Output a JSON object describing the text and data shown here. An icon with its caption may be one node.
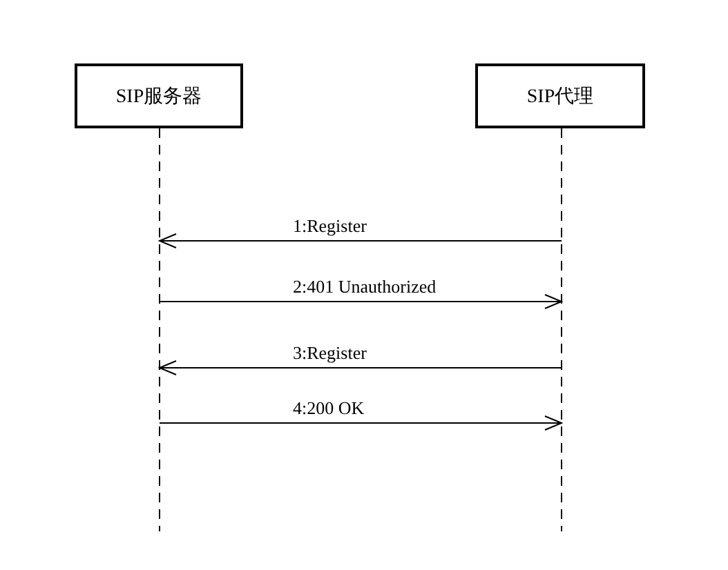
{
  "diagram": {
    "nodes": [
      {
        "text": [
          "SIP服务器"
        ]
      },
      {
        "text": [
          "SIP代理"
        ]
      }
    ],
    "edges": [
      {
        "from": 1,
        "to": 0,
        "arrow": "to",
        "label": "1:Register"
      },
      {
        "from": 0,
        "to": 1,
        "arrow": "to",
        "label": "2:401 Unauthorized"
      },
      {
        "from": 1,
        "to": 0,
        "arrow": "to",
        "label": "3:Register"
      },
      {
        "from": 0,
        "to": 1,
        "arrow": "to",
        "label": "4:200 OK"
      }
    ]
  }
}
